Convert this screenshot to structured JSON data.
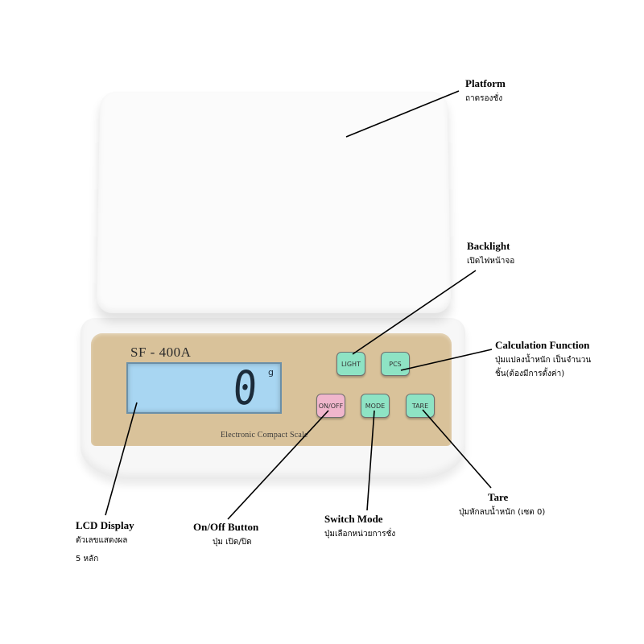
{
  "scale": {
    "model": "SF - 400A",
    "display_value": "0",
    "display_unit": "g",
    "brand_text": "Electronic Compact Scale",
    "buttons": {
      "light": "LIGHT",
      "pcs": "PCS",
      "onoff": "ON/OFF",
      "mode": "MODE",
      "tare": "TARE"
    }
  },
  "labels": {
    "platform": {
      "en": "Platform",
      "th": "ถาดรองชั่ง"
    },
    "backlight": {
      "en": "Backlight",
      "th": "เปิดไฟหน้าจอ"
    },
    "calculation": {
      "en": "Calculation Function",
      "th1": "ปุ่มแปลงน้ำหนัก เป็นจำนวน",
      "th2": "ชิ้น(ต้องมีการตั้งค่า)"
    },
    "tare": {
      "en": "Tare",
      "th": "ปุ่มหักลบน้ำหนัก (เซต 0)"
    },
    "switch_mode": {
      "en": "Switch Mode",
      "th": "ปุ่มเลือกหน่วยการชั่ง"
    },
    "onoff": {
      "en": "On/Off Button",
      "th": "ปุ่ม เปิด/ปิด"
    },
    "lcd": {
      "en": "LCD Display",
      "th1": "ตัวเลขแสดงผล",
      "th2": "5 หลัก"
    }
  },
  "colors": {
    "panel": "#d9c29a",
    "lcd": "#a8d6f2",
    "button_green": "#8ee3c4",
    "button_pink": "#f0b6cc"
  }
}
